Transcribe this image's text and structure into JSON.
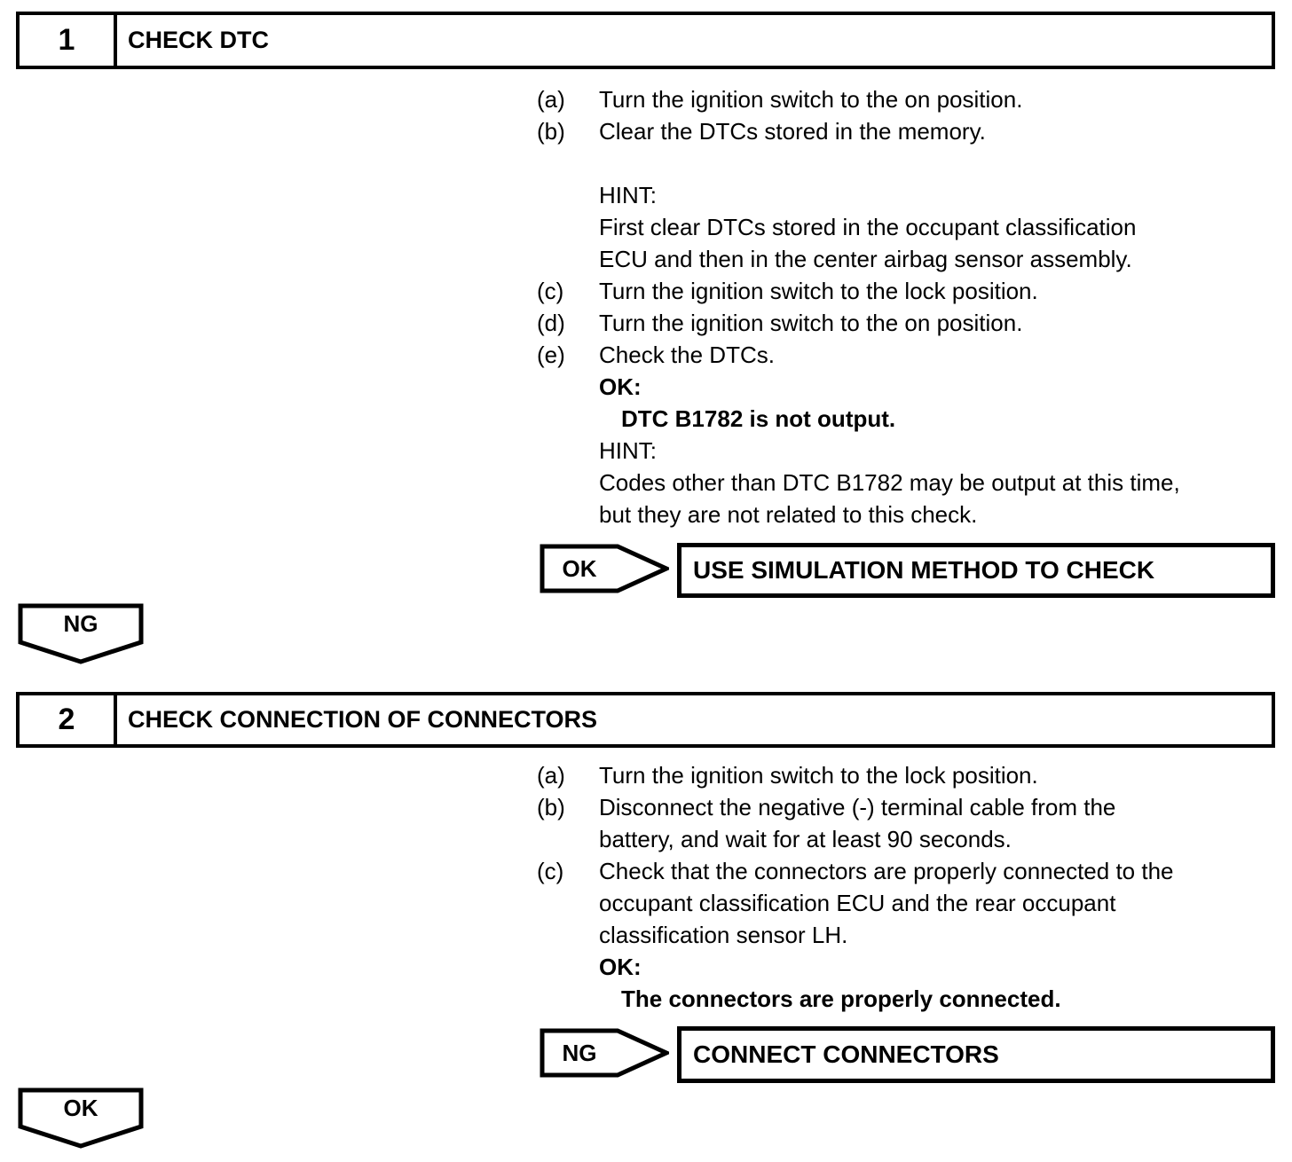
{
  "page": {
    "background": "#ffffff",
    "ink": "#000000"
  },
  "steps": [
    {
      "number": "1",
      "title": "CHECK DTC",
      "lines": [
        {
          "marker": "(a)",
          "text": "Turn the ignition switch to the on position."
        },
        {
          "marker": "(b)",
          "text": "Clear the DTCs stored in the memory."
        },
        {
          "text": "HINT:"
        },
        {
          "text": "First clear DTCs stored in the occupant classification"
        },
        {
          "text": "ECU and then in the center airbag sensor assembly."
        },
        {
          "marker": "(c)",
          "text": "Turn the ignition switch to the lock position."
        },
        {
          "marker": "(d)",
          "text": "Turn the ignition switch to the on position."
        },
        {
          "marker": "(e)",
          "text": "Check the DTCs."
        },
        {
          "text": "OK:"
        },
        {
          "text": "DTC B1782 is not output."
        },
        {
          "text": "HINT:"
        },
        {
          "text": "Codes other than DTC B1782 may be output at this time,"
        },
        {
          "text": "but they are not related to this check."
        }
      ],
      "result": {
        "tag": "OK",
        "action": "USE SIMULATION METHOD TO CHECK"
      },
      "flow": {
        "tag": "NG"
      }
    },
    {
      "number": "2",
      "title": "CHECK CONNECTION OF CONNECTORS",
      "lines": [
        {
          "marker": "(a)",
          "text": "Turn the ignition switch to the lock position."
        },
        {
          "marker": "(b)",
          "text": "Disconnect the negative (-) terminal cable from the"
        },
        {
          "text": "battery, and wait for at least 90 seconds."
        },
        {
          "marker": "(c)",
          "text": "Check that the connectors are properly connected to the"
        },
        {
          "text": "occupant classification ECU and the rear occupant"
        },
        {
          "text": "classification sensor LH."
        },
        {
          "text": "OK:"
        },
        {
          "text": "The connectors are properly connected."
        }
      ],
      "result": {
        "tag": "NG",
        "action": "CONNECT CONNECTORS"
      },
      "flow": {
        "tag": "OK"
      }
    }
  ]
}
